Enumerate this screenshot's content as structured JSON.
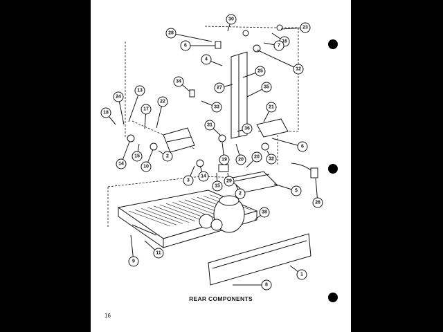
{
  "title": "REAR COMPONENTS",
  "page_number": "16",
  "callouts": [
    {
      "id": "c28",
      "label": "28"
    },
    {
      "id": "c6a",
      "label": "6"
    },
    {
      "id": "c30",
      "label": "30"
    },
    {
      "id": "c23",
      "label": "23"
    },
    {
      "id": "c16",
      "label": "16"
    },
    {
      "id": "c7",
      "label": "7"
    },
    {
      "id": "c12",
      "label": "12"
    },
    {
      "id": "c4",
      "label": "4"
    },
    {
      "id": "c25",
      "label": "25"
    },
    {
      "id": "c27",
      "label": "27"
    },
    {
      "id": "c35",
      "label": "35"
    },
    {
      "id": "c34",
      "label": "34"
    },
    {
      "id": "c33",
      "label": "33"
    },
    {
      "id": "c24",
      "label": "24"
    },
    {
      "id": "c13",
      "label": "13"
    },
    {
      "id": "c22",
      "label": "22"
    },
    {
      "id": "c18",
      "label": "18"
    },
    {
      "id": "c17",
      "label": "17"
    },
    {
      "id": "c21",
      "label": "21"
    },
    {
      "id": "c31",
      "label": "31"
    },
    {
      "id": "c36",
      "label": "36"
    },
    {
      "id": "c6b",
      "label": "6"
    },
    {
      "id": "c14a",
      "label": "14"
    },
    {
      "id": "c15a",
      "label": "15"
    },
    {
      "id": "c10",
      "label": "10"
    },
    {
      "id": "c2a",
      "label": "2"
    },
    {
      "id": "c19",
      "label": "19"
    },
    {
      "id": "c20a",
      "label": "20"
    },
    {
      "id": "c20b",
      "label": "20"
    },
    {
      "id": "c32",
      "label": "32"
    },
    {
      "id": "c3",
      "label": "3"
    },
    {
      "id": "c14b",
      "label": "14"
    },
    {
      "id": "c15b",
      "label": "15"
    },
    {
      "id": "c29",
      "label": "29"
    },
    {
      "id": "c2b",
      "label": "2"
    },
    {
      "id": "c5",
      "label": "5"
    },
    {
      "id": "c26",
      "label": "26"
    },
    {
      "id": "c38",
      "label": "38"
    },
    {
      "id": "c11",
      "label": "11"
    },
    {
      "id": "c9",
      "label": "9"
    },
    {
      "id": "c1",
      "label": "1"
    },
    {
      "id": "c8",
      "label": "8"
    }
  ]
}
